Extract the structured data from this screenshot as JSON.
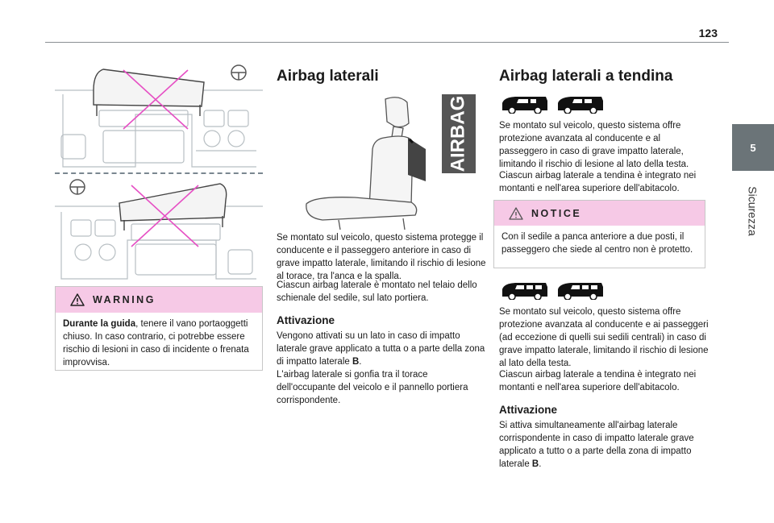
{
  "page": {
    "number": "123"
  },
  "side_tab": {
    "chapter_number": "5",
    "chapter_title": "Sicurezza"
  },
  "warning": {
    "title": "WARNING",
    "bold_lead": "Durante la guida",
    "text": ", tenere il vano portaoggetti chiuso. In caso contrario, ci potrebbe essere rischio di lesioni in caso di incidente o frenata improvvisa."
  },
  "side_airbags": {
    "title": "Airbag laterali",
    "airbag_label": "AIRBAG",
    "paragraph_1": "Se montato sul veicolo, questo sistema protegge il conducente e il passeggero anteriore in caso di grave impatto laterale, limitando il rischio di lesione al torace, tra l'anca e la spalla.",
    "paragraph_2": "Ciascun airbag laterale è montato nel telaio dello schienale del sedile, sul lato portiera.",
    "activation_title": "Attivazione",
    "activation_1a": "Vengono attivati su un lato in caso di impatto laterale grave applicato a tutta o a parte della zona di impatto laterale ",
    "activation_1b": "B",
    "activation_1c": ".",
    "activation_2": "L'airbag laterale si gonfia tra il torace dell'occupante del veicolo e il pannello portiera corrispondente."
  },
  "curtain_airbags": {
    "title": "Airbag laterali a tendina",
    "paragraph_1": "Se montato sul veicolo, questo sistema offre protezione avanzata al conducente e al passeggero in caso di grave impatto laterale, limitando il rischio di lesione al lato della testa.",
    "paragraph_2": "Ciascun airbag laterale a tendina è integrato nei montanti e nell'area superiore dell'abitacolo.",
    "notice_title": "NOTICE",
    "notice_text": "Con il sedile a panca anteriore a due posti, il passeggero che siede al centro non è protetto.",
    "paragraph_3": "Se montato sul veicolo, questo sistema offre protezione avanzata al conducente e ai passeggeri (ad eccezione di quelli sui sedili centrali) in caso di grave impatto laterale, limitando il rischio di lesione al lato della testa.",
    "paragraph_4": "Ciascun airbag laterale a tendina è integrato nei montanti e nell'area superiore dell'abitacolo.",
    "activation_title": "Attivazione",
    "activation_a": "Si attiva simultaneamente all'airbag laterale corrispondente in caso di impatto laterale grave applicato a tutto o a parte della zona di impatto laterale ",
    "activation_b": "B",
    "activation_c": "."
  },
  "colors": {
    "accent_pink": "#f6c9e6",
    "cross_magenta": "#e64fc4",
    "tab_gray": "#6b7478"
  },
  "icons": [
    "warning-triangle-icon",
    "notice-triangle-icon",
    "van-icon",
    "steering-wheel-icon"
  ]
}
